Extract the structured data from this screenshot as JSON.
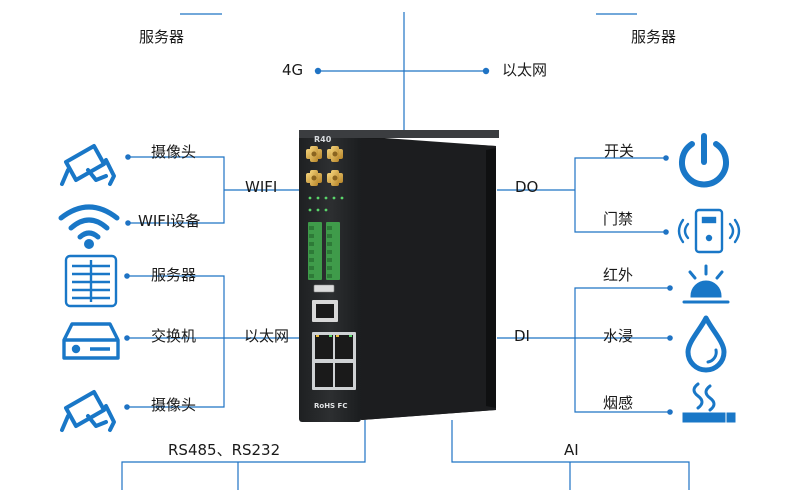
{
  "top": {
    "left_server": "服务器",
    "right_server": "服务器",
    "net_4g": "4G",
    "net_ethernet": "以太网"
  },
  "left": {
    "wifi_group_label": "WIFI",
    "ethernet_group_label": "以太网",
    "devices": [
      {
        "label": "摄像头",
        "icon": "camera-icon"
      },
      {
        "label": "WIFI设备",
        "icon": "wifi-icon"
      },
      {
        "label": "服务器",
        "icon": "server-icon"
      },
      {
        "label": "交换机",
        "icon": "switch-icon"
      },
      {
        "label": "摄像头",
        "icon": "camera-icon"
      }
    ]
  },
  "right": {
    "do_group_label": "DO",
    "di_group_label": "DI",
    "devices": [
      {
        "label": "开关",
        "icon": "power-switch-icon"
      },
      {
        "label": "门禁",
        "icon": "access-control-icon"
      },
      {
        "label": "红外",
        "icon": "infrared-alarm-icon"
      },
      {
        "label": "水浸",
        "icon": "water-leak-icon"
      },
      {
        "label": "烟感",
        "icon": "smoke-detector-icon"
      }
    ]
  },
  "bottom": {
    "serial_label": "RS485、RS232",
    "ai_label": "AI"
  },
  "device": {
    "model": "R40",
    "marking": "RoHS FC"
  },
  "colors": {
    "line": "#1f73c4",
    "icon": "#1977c7",
    "device_body": "#27292b",
    "terminal": "#3f9b4a"
  }
}
